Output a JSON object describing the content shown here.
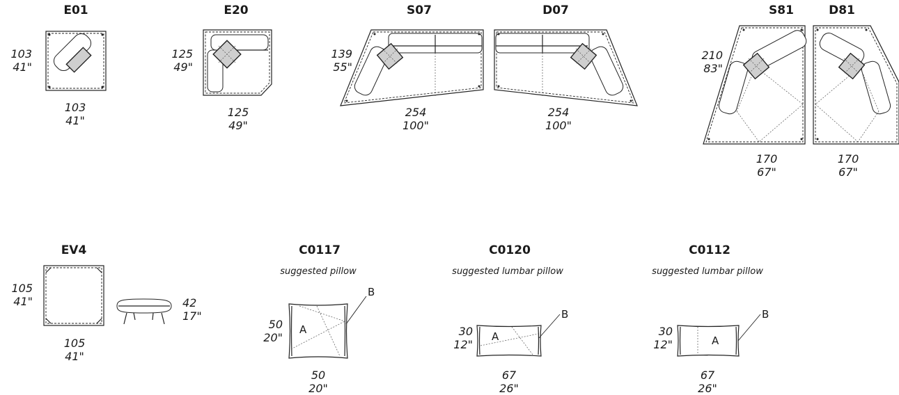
{
  "modules": [
    {
      "code": "E01",
      "depth_cm": "103",
      "depth_in": "41\"",
      "width_cm": "103",
      "width_in": "41\""
    },
    {
      "code": "E20",
      "depth_cm": "125",
      "depth_in": "49\"",
      "width_cm": "125",
      "width_in": "49\""
    },
    {
      "code": "S07",
      "depth_cm": "139",
      "depth_in": "55\"",
      "width_cm": "254",
      "width_in": "100\""
    },
    {
      "code": "D07",
      "width_cm": "254",
      "width_in": "100\""
    },
    {
      "code": "S81",
      "depth_cm": "210",
      "depth_in": "83\"",
      "width_cm": "170",
      "width_in": "67\""
    },
    {
      "code": "D81",
      "width_cm": "170",
      "width_in": "67\""
    },
    {
      "code": "EV4",
      "depth_cm": "105",
      "depth_in": "41\"",
      "width_cm": "105",
      "width_in": "41\"",
      "height_cm": "42",
      "height_in": "17\""
    }
  ],
  "pillows": [
    {
      "code": "C0117",
      "note": "suggested pillow",
      "height_cm": "50",
      "height_in": "20\"",
      "width_cm": "50",
      "width_in": "20\"",
      "label_a": "A",
      "label_b": "B"
    },
    {
      "code": "C0120",
      "note": "suggested lumbar pillow",
      "height_cm": "30",
      "height_in": "12\"",
      "width_cm": "67",
      "width_in": "26\"",
      "label_a": "A",
      "label_b": "B"
    },
    {
      "code": "C0112",
      "note": "suggested lumbar pillow",
      "height_cm": "30",
      "height_in": "12\"",
      "width_cm": "67",
      "width_in": "26\"",
      "label_a": "A",
      "label_b": "B"
    }
  ]
}
